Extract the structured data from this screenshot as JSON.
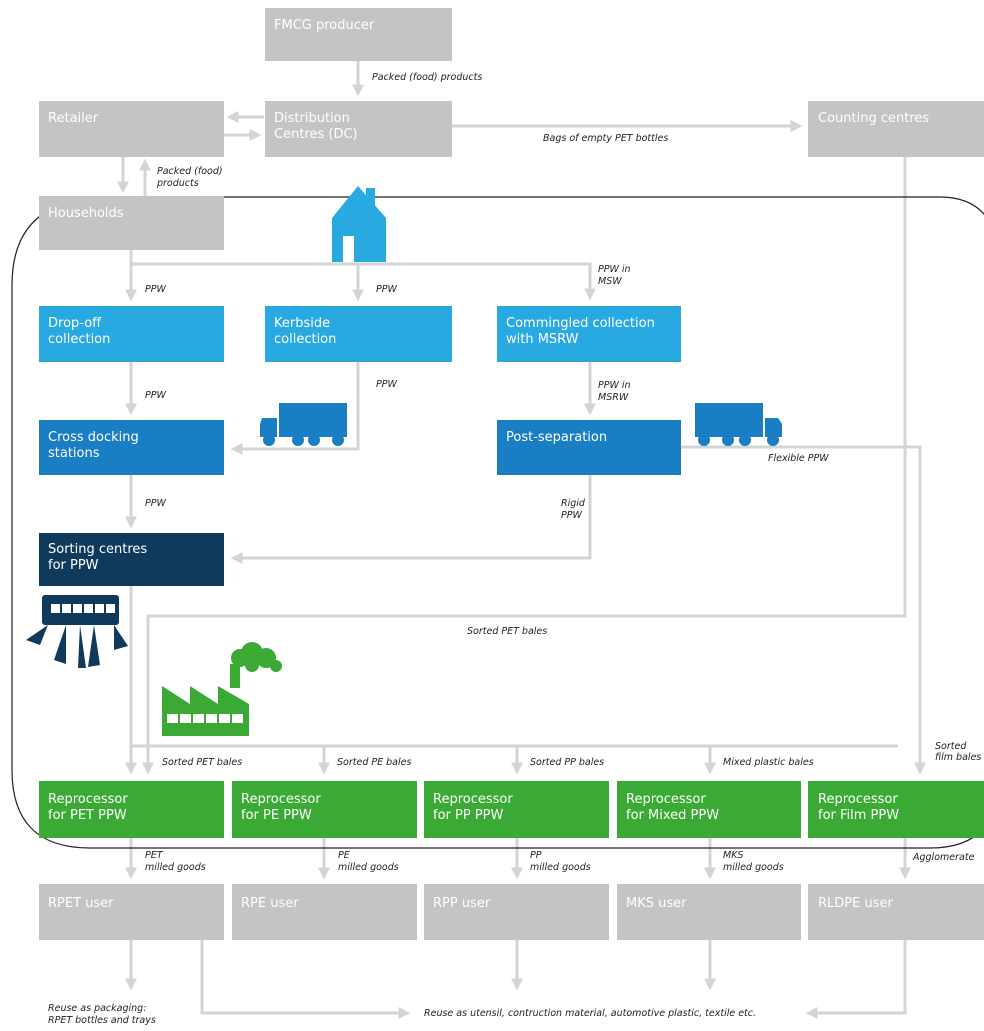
{
  "colors": {
    "grey_box": "#c4c4c4",
    "light_blue": "#29a9e1",
    "mid_blue": "#1a7ec4",
    "dark_navy": "#0f3a5c",
    "green": "#3aaa35",
    "arrow": "#d4d4d4",
    "boundary": "#222222"
  },
  "boxes": {
    "fmcg_producer": {
      "lines": [
        "FMCG producer"
      ]
    },
    "retailer": {
      "lines": [
        "Retailer"
      ]
    },
    "distribution_centres": {
      "lines": [
        "Distribution",
        "Centres (DC)"
      ]
    },
    "counting_centres": {
      "lines": [
        "Counting centres"
      ]
    },
    "households": {
      "lines": [
        "Households"
      ]
    },
    "drop_off": {
      "lines": [
        "Drop-off",
        "collection"
      ]
    },
    "kerbside": {
      "lines": [
        "Kerbside",
        "collection"
      ]
    },
    "commingled": {
      "lines": [
        "Commingled collection",
        "with MSRW"
      ]
    },
    "cross_docking": {
      "lines": [
        "Cross docking",
        "stations"
      ]
    },
    "post_separation": {
      "lines": [
        "Post-separation"
      ]
    },
    "sorting_centres": {
      "lines": [
        "Sorting centres",
        "for PPW"
      ]
    },
    "rep_pet": {
      "lines": [
        "Reprocessor",
        "for PET PPW"
      ]
    },
    "rep_pe": {
      "lines": [
        "Reprocessor",
        "for PE PPW"
      ]
    },
    "rep_pp": {
      "lines": [
        "Reprocessor",
        "for PP PPW"
      ]
    },
    "rep_mixed": {
      "lines": [
        "Reprocessor",
        "for Mixed PPW"
      ]
    },
    "rep_film": {
      "lines": [
        "Reprocessor",
        "for Film PPW"
      ]
    },
    "user_rpet": {
      "lines": [
        "RPET user"
      ]
    },
    "user_rpe": {
      "lines": [
        "RPE user"
      ]
    },
    "user_rpp": {
      "lines": [
        "RPP user"
      ]
    },
    "user_mks": {
      "lines": [
        "MKS user"
      ]
    },
    "user_rldpe": {
      "lines": [
        "RLDPE user"
      ]
    }
  },
  "flow_labels": {
    "packed_products_top": [
      "Packed (food) products"
    ],
    "bags_pet": [
      "Bags of empty PET bottles"
    ],
    "packed_products_hh": [
      "Packed (food)",
      "products"
    ],
    "ppw_dropoff": [
      "PPW"
    ],
    "ppw_kerbside": [
      "PPW"
    ],
    "ppw_msw": [
      "PPW in",
      "MSW"
    ],
    "ppw_dropoff_cross": [
      "PPW"
    ],
    "ppw_kerbside_cross": [
      "PPW"
    ],
    "ppw_msrw": [
      "PPW in",
      "MSRW"
    ],
    "flexible_ppw": [
      "Flexible PPW"
    ],
    "ppw_cross_sorting": [
      "PPW"
    ],
    "rigid_ppw": [
      "Rigid",
      "PPW"
    ],
    "sorted_pet_mid": [
      "Sorted PET bales"
    ],
    "sorted_pet": [
      "Sorted PET bales"
    ],
    "sorted_pe": [
      "Sorted PE bales"
    ],
    "sorted_pp": [
      "Sorted PP bales"
    ],
    "mixed_bales": [
      "Mixed plastic bales"
    ],
    "sorted_film": [
      "Sorted",
      "film bales"
    ],
    "pet_milled": [
      "PET",
      "milled goods"
    ],
    "pe_milled": [
      "PE",
      "milled goods"
    ],
    "pp_milled": [
      "PP",
      "milled goods"
    ],
    "mks_milled": [
      "MKS",
      "milled goods"
    ],
    "agglomerate": [
      "Agglomerate"
    ],
    "reuse_packaging": [
      "Reuse as packaging:",
      "RPET bottles and trays"
    ],
    "reuse_utensil": [
      "Reuse as utensil, contruction material, automotive plastic, textile etc."
    ]
  },
  "icons": [
    "house-icon",
    "truck-icon",
    "truck-icon",
    "sorting-machine-icon",
    "factory-icon"
  ]
}
